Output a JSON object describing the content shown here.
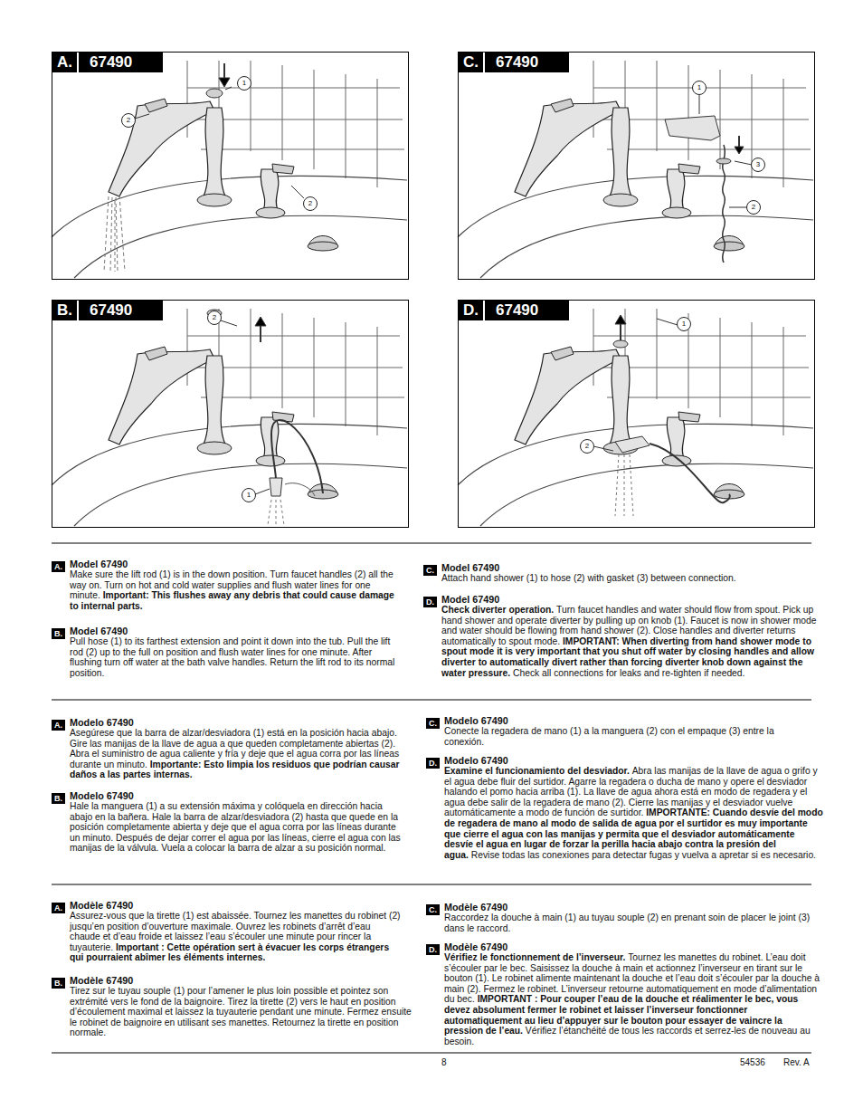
{
  "diagram": {
    "nodes": [
      {
        "text": [
          "A.",
          "67490"
        ]
      },
      {
        "text": [
          "C.",
          "67490"
        ]
      },
      {
        "text": [
          "B.",
          "67490"
        ]
      },
      {
        "text": [
          "D.",
          "67490"
        ]
      },
      {
        "text": [
          "A."
        ]
      },
      {
        "text": [
          "B."
        ]
      },
      {
        "text": [
          "C."
        ]
      },
      {
        "text": [
          "D."
        ]
      },
      {
        "text": [
          "A."
        ]
      },
      {
        "text": [
          "B."
        ]
      },
      {
        "text": [
          "C."
        ]
      },
      {
        "text": [
          "D."
        ]
      },
      {
        "text": [
          "A."
        ]
      },
      {
        "text": [
          "B."
        ]
      },
      {
        "text": [
          "C."
        ]
      },
      {
        "text": [
          "D."
        ]
      }
    ],
    "labels": [
      "1",
      "2",
      "2",
      "1",
      "3",
      "2",
      "2",
      "1",
      "1",
      "2",
      "Model 67490",
      "Make sure the lift rod (1) is in the down position. Turn faucet handles (2) all the way on. Turn on hot and cold water supplies and flush water lines for one minute.",
      "Important: This flushes away any debris that could cause damage to internal parts.",
      "Model 67490",
      "Pull hose (1) to its farthest extension and point it down into the tub. Pull the lift rod (2) up to the full on position and flush water lines for one minute. After flushing turn off water at the bath valve handles. Return the lift rod to its normal position.",
      "Model 67490",
      "Attach hand shower (1) to hose (2) with gasket (3) between connection.",
      "Model 67490",
      "Check diverter operation.",
      "Turn faucet handles and water should flow from spout. Pick up hand shower and operate diverter by pulling up on knob (1). Faucet is now in shower mode and water should be flowing from hand shower (2). Close handles and diverter returns automatically to spout mode.",
      "IMPORTANT: When diverting from hand shower mode to spout mode it is very important that you shut off water by closing handles and allow diverter to automatically divert rather than forcing diverter knob down against the water pressure.",
      "Check all connections for leaks and re-tighten if needed.",
      "Modelo 67490",
      "Asegúrese que la barra de alzar/desviadora (1) está en la posición hacia abajo. Gire las manijas de la llave de agua a que queden completamente abiertas (2).  Abra el suministro de agua caliente y fría y deje que el agua corra por las líneas durante un minuto.",
      "Importante: Esto limpia los residuos que podrían causar daños a las partes internas.",
      "Modelo 67490",
      "Hale la manguera (1) a su extensión máxima y colóquela en dirección hacia abajo en la bañera. Hale la barra de alzar/desviadora (2) hasta que quede en la posición completamente abierta y deje que el agua corra por las líneas durante un minuto. Después de dejar correr el agua por las líneas, cierre el agua con las manijas de la válvula. Vuela a colocar la barra de alzar a su posición normal.",
      "Modelo 67490",
      "Conecte la regadera de mano (1) a la manguera (2) con el empaque (3) entre la conexión.",
      "Modelo 67490",
      "Examine el funcionamiento del desviador.",
      "Abra las manijas de la llave de agua o grifo y el agua debe fluir del surtidor. Agarre la regadera o ducha de mano y opere el desviador halando el pomo hacia arriba (1). La llave de agua ahora está en modo de regadera y el agua debe salir de la regadera de mano (2). Cierre las manijas y el desviador vuelve automáticamente a  modo de función de surtidor.",
      "IMPORTANTE: Cuando desvíe del modo de regadera de mano al modo de salida de agua por el surtidor es muy importante que cierre el agua con las manijas y permita que el desviador automáticamente desvíe el agua en lugar de forzar la perilla hacia abajo contra la presión del agua.",
      "Revise todas las conexiones para detectar fugas y vuelva a apretar si es necesario.",
      "Modèle 67490",
      "Assurez-vous que la tirette (1) est abaissée. Tournez les manettes du robinet (2) jusqu’en position d’ouverture maximale. Ouvrez les robinets d’arrêt d’eau chaude et d’eau froide et laissez l’eau s’écouler une minute pour rincer la tuyauterie.",
      "Important : Cette opération sert à évacuer les corps étrangers qui pourraient abîmer les éléments internes.",
      "Modèle 67490",
      "Tirez sur le tuyau souple (1) pour l’amener le plus loin possible et pointez son extrémité vers le fond de la baignoire. Tirez la tirette (2) vers le haut en position d’écoulement maximal et laissez la tuyauterie pendant une minute. Fermez ensuite le robinet de baignoire en utilisant ses manettes. Retournez la tirette en position normale.",
      "Modèle 67490",
      "Raccordez la douche à main (1) au tuyau souple (2) en prenant soin de placer le joint (3) dans le raccord.",
      "Modèle 67490",
      "Vérifiez le fonctionnement de l’inverseur.",
      "Tournez les manettes du robinet. L’eau doit s’écouler par le bec. Saisissez la douche à main et actionnez l’inverseur en tirant sur le bouton (1). Le robinet alimente maintenant la douche et l’eau doit s’écouler par la douche à main (2). Fermez le robinet. L’inverseur retourne automatiquement en mode d’alimentation du bec.",
      "IMPORTANT : Pour couper l’eau de la douche et réalimenter le bec, vous devez absolument fermer le robinet et laisser l’inverseur fonctionner automatiquement au lieu d’appuyer sur le bouton pour essayer de vaincre la pression de l’eau.",
      "Vérifiez l’étanchéité de tous les raccords et serrez-les de nouveau au besoin.",
      "8",
      "54536",
      "Rev. A"
    ]
  }
}
